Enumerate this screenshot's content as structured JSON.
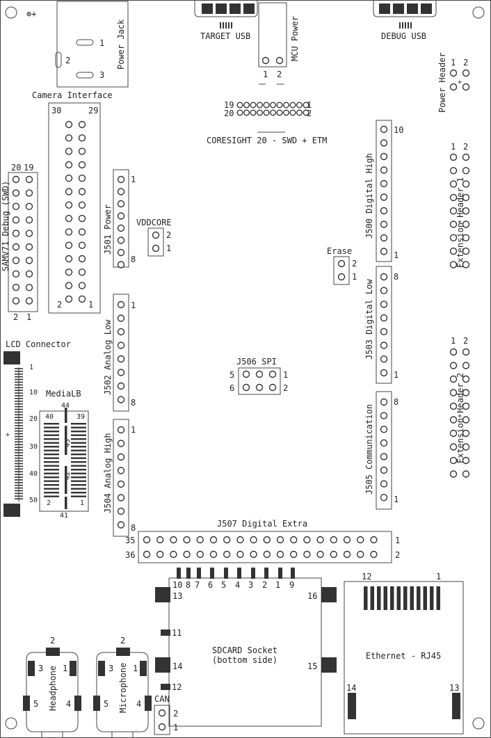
{
  "power_jack": {
    "title": "Power Jack",
    "pins": [
      "1",
      "2",
      "3"
    ],
    "polarity_symbol": "⊕+"
  },
  "target_usb": {
    "label": "TARGET USB"
  },
  "mcu_power": {
    "title": "MCU Power",
    "pins": [
      "1",
      "2"
    ]
  },
  "debug_usb": {
    "label": "DEBUG USB"
  },
  "power_header": {
    "title": "Power Header",
    "pins": [
      "1",
      "2"
    ]
  },
  "camera": {
    "title": "Camera Interface",
    "pins": [
      "30",
      "29",
      "2",
      "1"
    ]
  },
  "coresight": {
    "title": "CORESIGHT 20 - SWD + ETM",
    "pins": [
      "19",
      "1",
      "20",
      "2"
    ]
  },
  "samv71": {
    "title": "SAMV71 Debug (SWD)",
    "pins": [
      "20",
      "19",
      "2",
      "1"
    ]
  },
  "j501": {
    "title": "J501 Power",
    "pins": [
      "1",
      "8"
    ]
  },
  "vddcore": {
    "title": "VDDCORE",
    "pins": [
      "2",
      "1"
    ]
  },
  "j500": {
    "title": "J500 Digital High",
    "pins": [
      "10",
      "1"
    ]
  },
  "ext1": {
    "title": "Extension Header 1",
    "pins": [
      "1",
      "2"
    ]
  },
  "erase": {
    "title": "Erase",
    "pins": [
      "2",
      "1"
    ]
  },
  "j503": {
    "title": "J503 Digital Low",
    "pins": [
      "8",
      "1"
    ]
  },
  "j502": {
    "title": "J502 Analog Low",
    "pins": [
      "1",
      "8"
    ]
  },
  "lcd": {
    "title": "LCD Connector",
    "ticks": [
      "1",
      "10",
      "20",
      "30",
      "40",
      "50"
    ]
  },
  "medialb": {
    "title": "MediaLB",
    "pins": [
      "44",
      "40",
      "39",
      "43",
      "42",
      "2",
      "1",
      "41"
    ]
  },
  "j506": {
    "title": "J506 SPI",
    "pins": [
      "5",
      "1",
      "6",
      "2"
    ]
  },
  "ext2": {
    "title": "Extension Header 2",
    "pins": [
      "1",
      "2"
    ]
  },
  "j505": {
    "title": "J505 Communication",
    "pins": [
      "8",
      "1"
    ]
  },
  "j504": {
    "title": "J504 Analog High",
    "pins": [
      "1",
      "8"
    ]
  },
  "j507": {
    "title": "J507 Digital Extra",
    "pins": [
      "35",
      "1",
      "36",
      "2"
    ]
  },
  "sdcard": {
    "title_line1": "SDCARD Socket",
    "title_line2": "(bottom side)",
    "pins": [
      "10",
      "8",
      "7",
      "6",
      "5",
      "4",
      "3",
      "2",
      "1",
      "9",
      "13",
      "16",
      "11",
      "14",
      "15",
      "12"
    ]
  },
  "ethernet": {
    "title": "Ethernet - RJ45",
    "pins": [
      "12",
      "1",
      "14",
      "13"
    ]
  },
  "headphone": {
    "title": "Headphone",
    "pins": [
      "2",
      "3",
      "1",
      "5",
      "4"
    ]
  },
  "microphone": {
    "title": "Microphone",
    "pins": [
      "2",
      "3",
      "1",
      "5",
      "4"
    ]
  },
  "can": {
    "title": "CAN",
    "pins": [
      "2",
      "1"
    ]
  }
}
